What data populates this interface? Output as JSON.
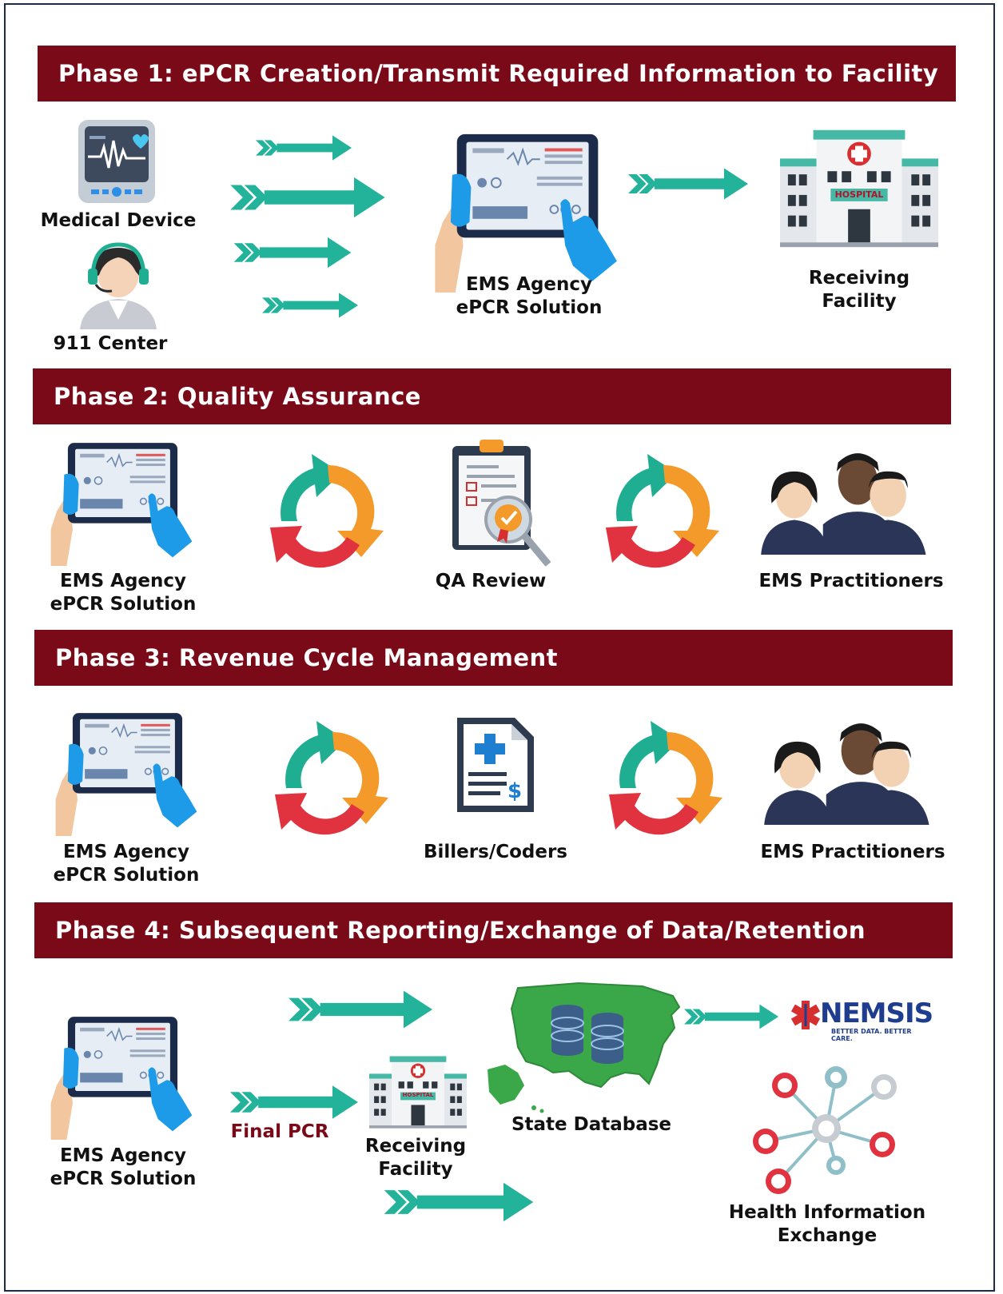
{
  "phase1": {
    "title": "Phase 1: ePCR Creation/Transmit Required Information to Facility",
    "medical_device": "Medical Device",
    "center": "911 Center",
    "agency_line1": "EMS Agency",
    "agency_line2": "ePCR Solution",
    "facility_line1": "Receiving",
    "facility_line2": "Facility",
    "hospital_sign": "HOSPITAL"
  },
  "phase2": {
    "title": "Phase 2: Quality Assurance",
    "agency_line1": "EMS Agency",
    "agency_line2": "ePCR Solution",
    "review": "QA Review",
    "practitioners": "EMS Practitioners"
  },
  "phase3": {
    "title": "Phase 3: Revenue Cycle Management",
    "agency_line1": "EMS Agency",
    "agency_line2": "ePCR Solution",
    "billers": "Billers/Coders",
    "practitioners": "EMS Practitioners"
  },
  "phase4": {
    "title": "Phase 4: Subsequent Reporting/Exchange of Data/Retention",
    "agency_line1": "EMS Agency",
    "agency_line2": "ePCR Solution",
    "final_pcr": "Final PCR",
    "facility_line1": "Receiving",
    "facility_line2": "Facility",
    "hospital_sign": "HOSPITAL",
    "state_db": "State Database",
    "nemsis_logo": "NEMSIS",
    "nemsis_tagline": "BETTER DATA. BETTER CARE.",
    "hie_line1": "Health Information",
    "hie_line2": "Exchange"
  },
  "colors": {
    "banner": "#7b0a19",
    "arrow": "#22b39a",
    "cycle_teal": "#1fae92",
    "cycle_orange": "#f39a2b",
    "cycle_red": "#e0323f",
    "glove": "#1e9be8"
  },
  "icons": [
    "monitor-icon",
    "operator-icon",
    "tablet-icon",
    "hospital-icon",
    "cycle-icon",
    "clipboard-icon",
    "team-icon",
    "invoice-icon",
    "us-map-icon",
    "network-icon"
  ]
}
